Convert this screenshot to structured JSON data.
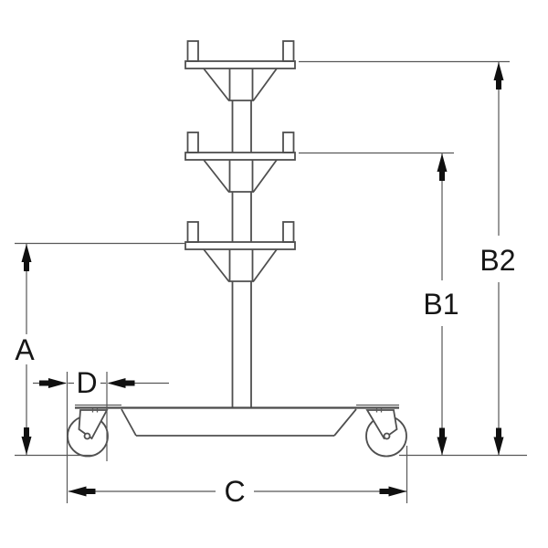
{
  "drawing": {
    "kind": "technical-dimension-drawing",
    "labels": {
      "a": "A",
      "b1": "B1",
      "b2": "B2",
      "c": "C",
      "d": "D"
    },
    "colors": {
      "background": "#ffffff",
      "line": "#4f4f4f",
      "dimension_line": "#585858",
      "arrow": "#101010",
      "label_text": "#161616"
    }
  }
}
